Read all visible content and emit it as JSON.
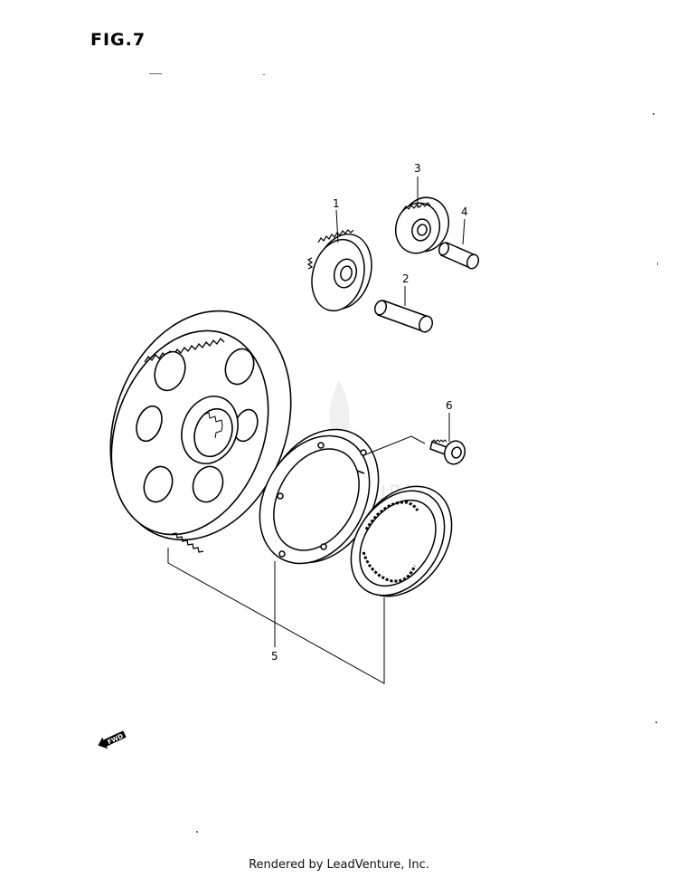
{
  "figure": {
    "title": "FIG.7"
  },
  "callouts": [
    {
      "id": "callout-1",
      "number": "1"
    },
    {
      "id": "callout-2",
      "number": "2"
    },
    {
      "id": "callout-3",
      "number": "3"
    },
    {
      "id": "callout-4",
      "number": "4"
    },
    {
      "id": "callout-5",
      "number": "5"
    },
    {
      "id": "callout-6",
      "number": "6"
    }
  ],
  "direction_arrow": {
    "label": "FWD"
  },
  "watermark": {
    "text": "LEADVENTURE"
  },
  "footer": {
    "text": "Rendered by LeadVenture, Inc."
  }
}
